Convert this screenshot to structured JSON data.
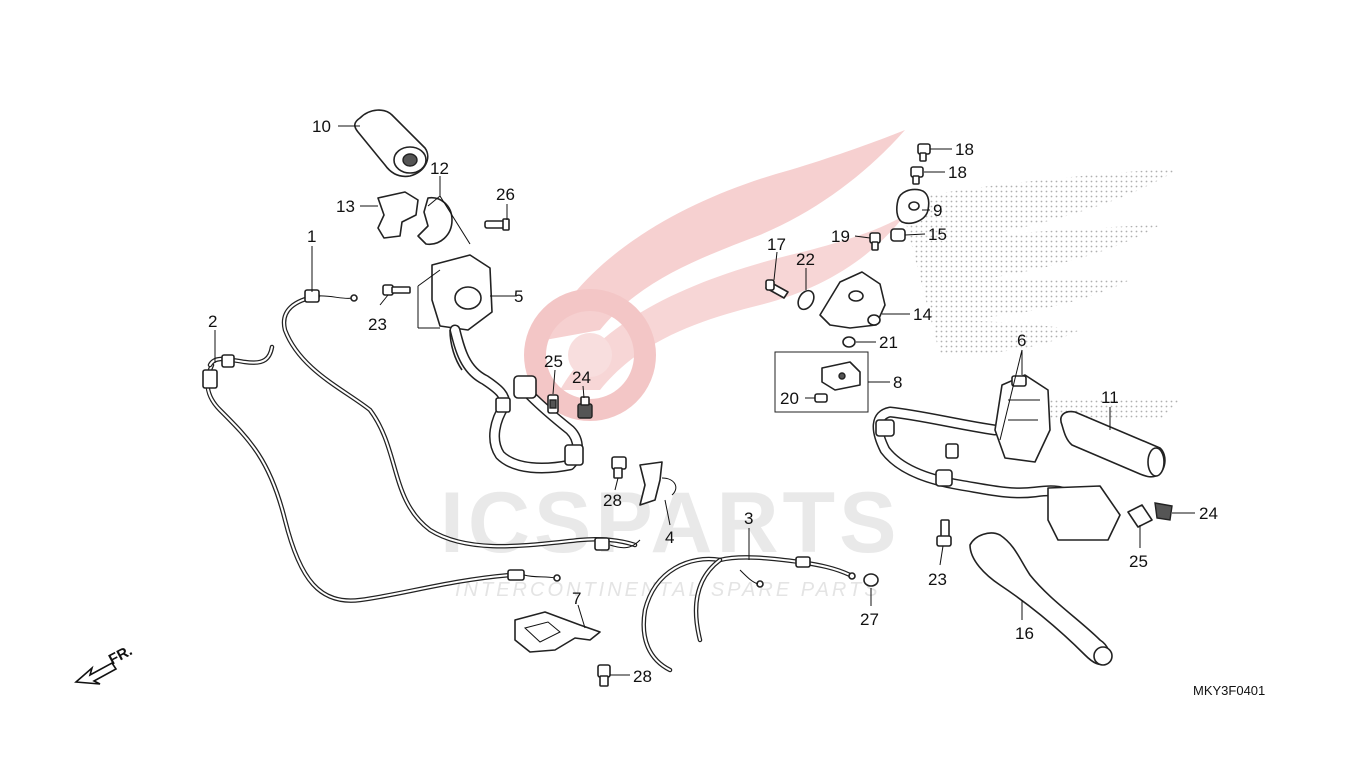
{
  "watermark": {
    "brand": "ICSPARTS",
    "tagline": "INTERCONTINENTAL SPARE PARTS",
    "logo_color": "#f3b8b8",
    "text_color": "#e6e6e6"
  },
  "diagram_code": "MKY3F0401",
  "front_indicator": "FR.",
  "callouts": {
    "c1": "1",
    "c2": "2",
    "c3": "3",
    "c4": "4",
    "c5": "5",
    "c6": "6",
    "c7": "7",
    "c8": "8",
    "c9": "9",
    "c10": "10",
    "c11": "11",
    "c12": "12",
    "c13": "13",
    "c14": "14",
    "c15": "15",
    "c16": "16",
    "c17": "17",
    "c18a": "18",
    "c18b": "18",
    "c19": "19",
    "c20": "20",
    "c21": "21",
    "c22": "22",
    "c23a": "23",
    "c23b": "23",
    "c24a": "24",
    "c24b": "24",
    "c25a": "25",
    "c25b": "25",
    "c26": "26",
    "c27": "27",
    "c28a": "28",
    "c28b": "28"
  }
}
